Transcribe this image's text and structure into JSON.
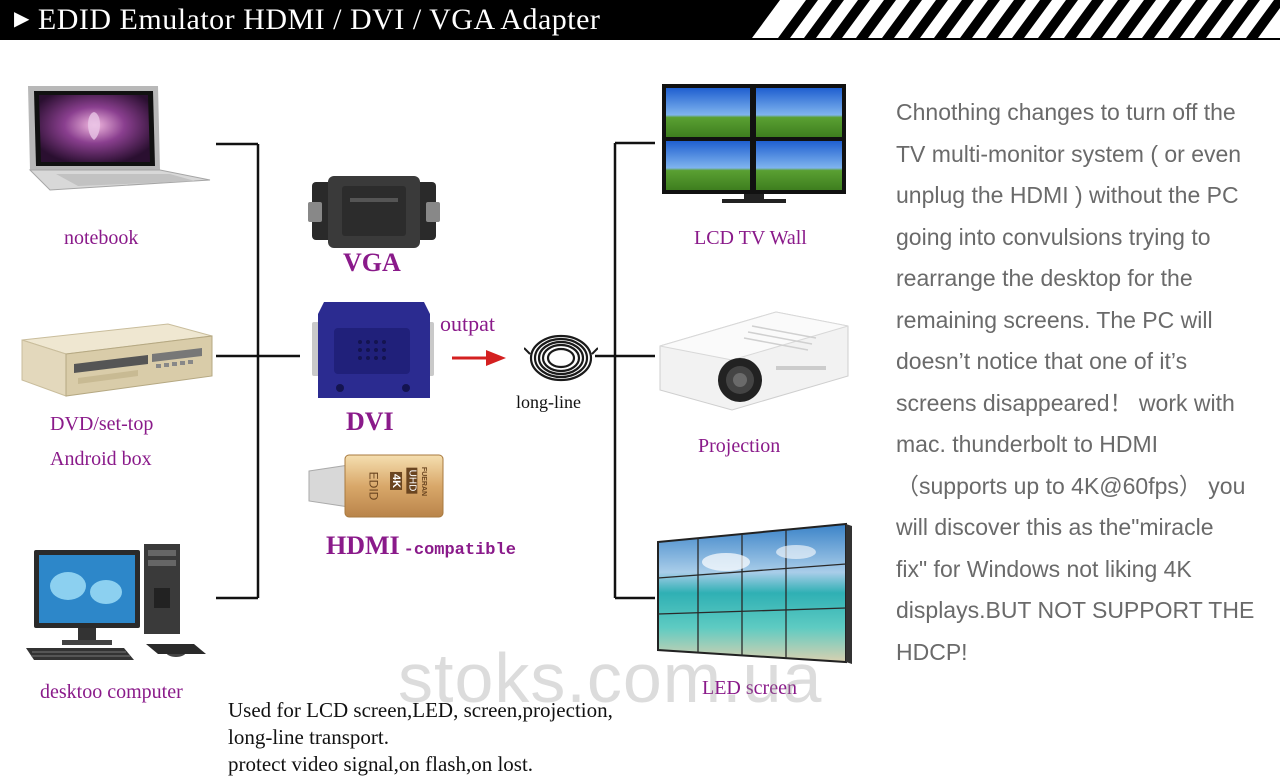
{
  "header": {
    "title": "EDID Emulator HDMI / DVI / VGA  Adapter"
  },
  "sources": {
    "notebook": "notebook",
    "dvd_line1": "DVD/set-top",
    "dvd_line2": "Android box",
    "desktop": "desktoo computer"
  },
  "adapters": {
    "vga": "VGA",
    "dvi": "DVI",
    "hdmi": "HDMI",
    "hdmi_suffix": "-compatible",
    "output_label": "outpat",
    "cable_label": "long-line",
    "hdmi_chip": {
      "edid": "EDID",
      "res": "4K",
      "uhd": "UHD",
      "brand": "FUERAN"
    }
  },
  "displays": {
    "tv_wall": "LCD TV Wall",
    "projection": "Projection",
    "led_screen": "LED screen"
  },
  "description": [
    "Chnothing changes to turn off the",
    "TV multi-monitor system ( or even",
    "unplug the HDMI ) without the PC",
    "going into convulsions trying to",
    "rearrange the desktop for the",
    "remaining screens. The PC will",
    "doesn’t notice that one of it’s",
    "screens disappeared！ work with",
    "mac. thunderbolt to HDMI",
    "（supports up to 4K@60fps） you",
    " will discover this as the\"miracle",
    "fix\" for Windows not liking 4K",
    "displays.BUT NOT SUPPORT THE",
    "HDCP!"
  ],
  "usage": [
    "Used for LCD screen,LED,  screen,projection,",
    "long-line transport.",
    "protect video signal,on flash,on lost."
  ],
  "watermark": "stoks.com.ua",
  "colors": {
    "caption": "#8a1a8a",
    "arrow": "#d42020",
    "banner": "#000000",
    "description": "#6a6a6a"
  }
}
